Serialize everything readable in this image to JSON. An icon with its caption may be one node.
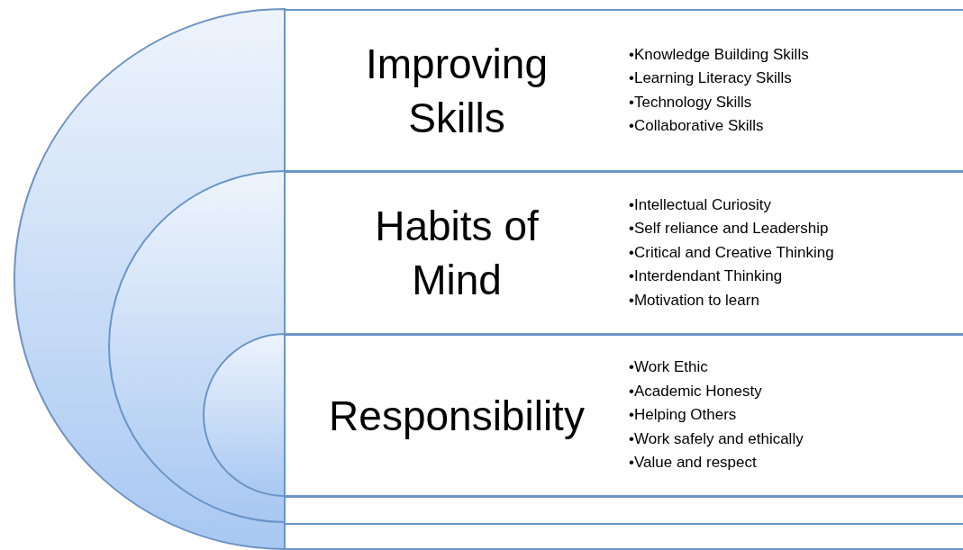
{
  "diagram": {
    "nodes": [
      {
        "text": [
          "Improving Skills",
          "•Knowledge Building Skills",
          "•Learning Literacy Skills",
          "•Technology Skills",
          "•Collaborative Skills"
        ]
      },
      {
        "text": [
          "Habits of Mind",
          "•Intellectual Curiosity",
          "•Self reliance and Leadership",
          "•Critical and Creative Thinking",
          "•Interdendant Thinking",
          "•Motivation to learn"
        ]
      },
      {
        "text": [
          "Responsibility",
          "•Work Ethic",
          "•Academic Honesty",
          "•Helping Others",
          "•Work safely and ethically",
          "•Value and respect"
        ]
      },
      {
        "text": [],
        "shape": "bar"
      },
      {
        "text": [],
        "shape": "bar"
      }
    ]
  }
}
